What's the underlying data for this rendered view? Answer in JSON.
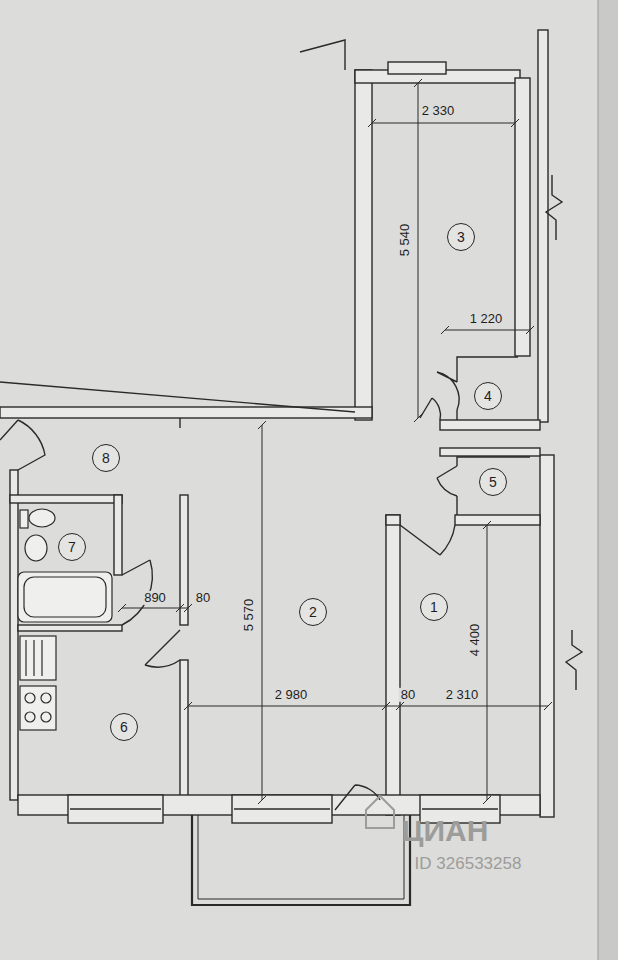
{
  "diagram": {
    "nodes": [
      {
        "text": [
          "3"
        ]
      },
      {
        "text": [
          "4"
        ]
      },
      {
        "text": [
          "8"
        ]
      },
      {
        "text": [
          "5"
        ]
      },
      {
        "text": [
          "7"
        ]
      },
      {
        "text": [
          "2"
        ]
      },
      {
        "text": [
          "1"
        ]
      },
      {
        "text": [
          "6"
        ]
      }
    ],
    "labels": [
      "2 330",
      "5 540",
      "1 220",
      "890",
      "80",
      "5 570",
      "2 980",
      "80",
      "2 310",
      "4 400",
      "ЦИАН",
      "ID 326533258"
    ]
  }
}
